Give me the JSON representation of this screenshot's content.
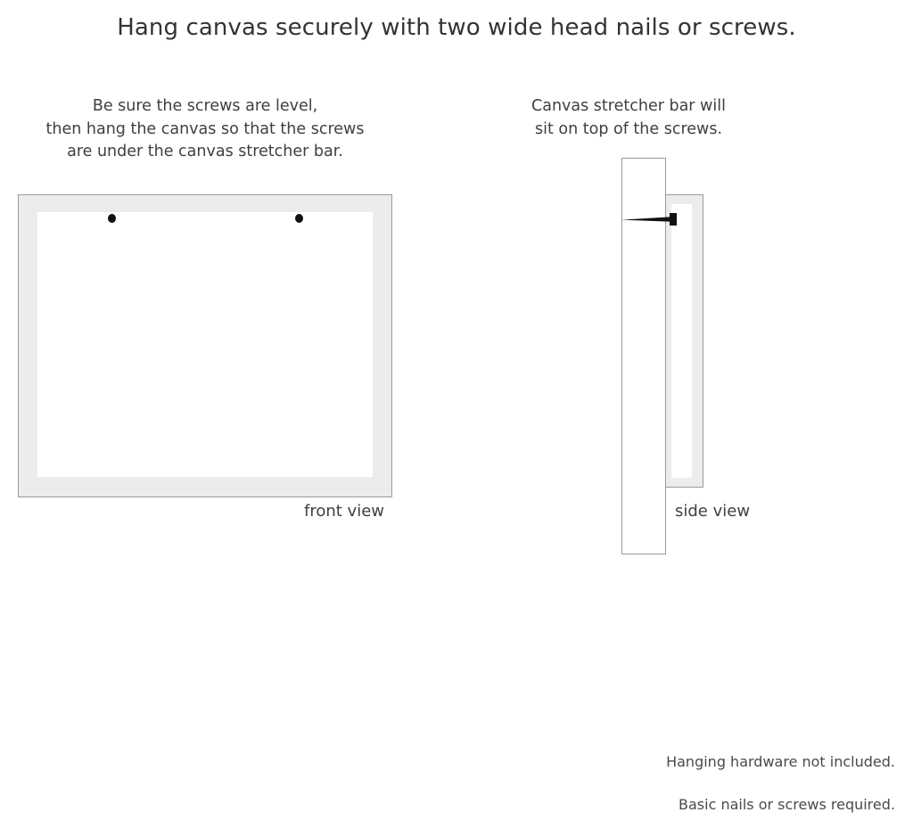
{
  "page": {
    "title": "Hang canvas securely with two wide head nails or screws.",
    "background_color": "#ffffff",
    "text_color": "#3a3a3a"
  },
  "captions": {
    "left": "Be sure the screws are level,\nthen hang the canvas so that the screws\nare under the canvas stretcher bar.",
    "right": "Canvas stretcher bar will\nsit on top of the screws."
  },
  "front_view": {
    "label": "front view",
    "frame_fill_color": "#ececec",
    "frame_border_color": "#9a9a9a",
    "inner_fill_color": "#ffffff",
    "screw_color": "#111111",
    "screw_count": 2
  },
  "side_view": {
    "label": "side view",
    "wall_fill_color": "#ffffff",
    "wall_border_color": "#9a9a9a",
    "bar_fill_color": "#ececec",
    "bar_border_color": "#9a9a9a",
    "bar_inner_fill_color": "#ffffff",
    "screw_color": "#111111",
    "screw_count": 1
  },
  "footer": {
    "line1": "Hanging hardware not included.",
    "line2": "Basic nails or screws required."
  }
}
